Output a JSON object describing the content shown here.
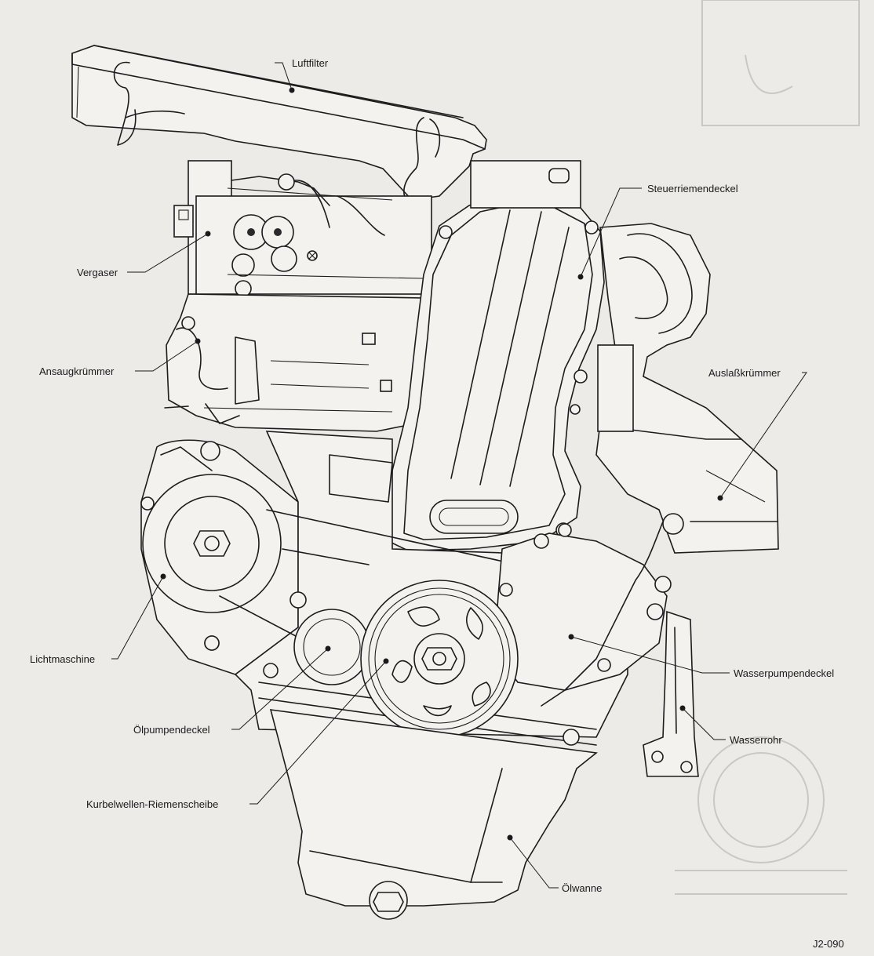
{
  "figure_code": "J2-090",
  "labels": {
    "luftfilter": "Luftfilter",
    "steuerriemendeckel": "Steuerriemendeckel",
    "vergaser": "Vergaser",
    "ansaugkruemmer": "Ansaugkrümmer",
    "auslasskruemmer": "Auslaßkrümmer",
    "lichtmaschine": "Lichtmaschine",
    "wasserpumpendeckel": "Wasserpumpendeckel",
    "wasserrohr": "Wasserrohr",
    "oelpumpendeckel": "Ölpumpendeckel",
    "kurbelwellen_riemenscheibe": "Kurbelwellen-Riemenscheibe",
    "oelwanne": "Ölwanne"
  }
}
